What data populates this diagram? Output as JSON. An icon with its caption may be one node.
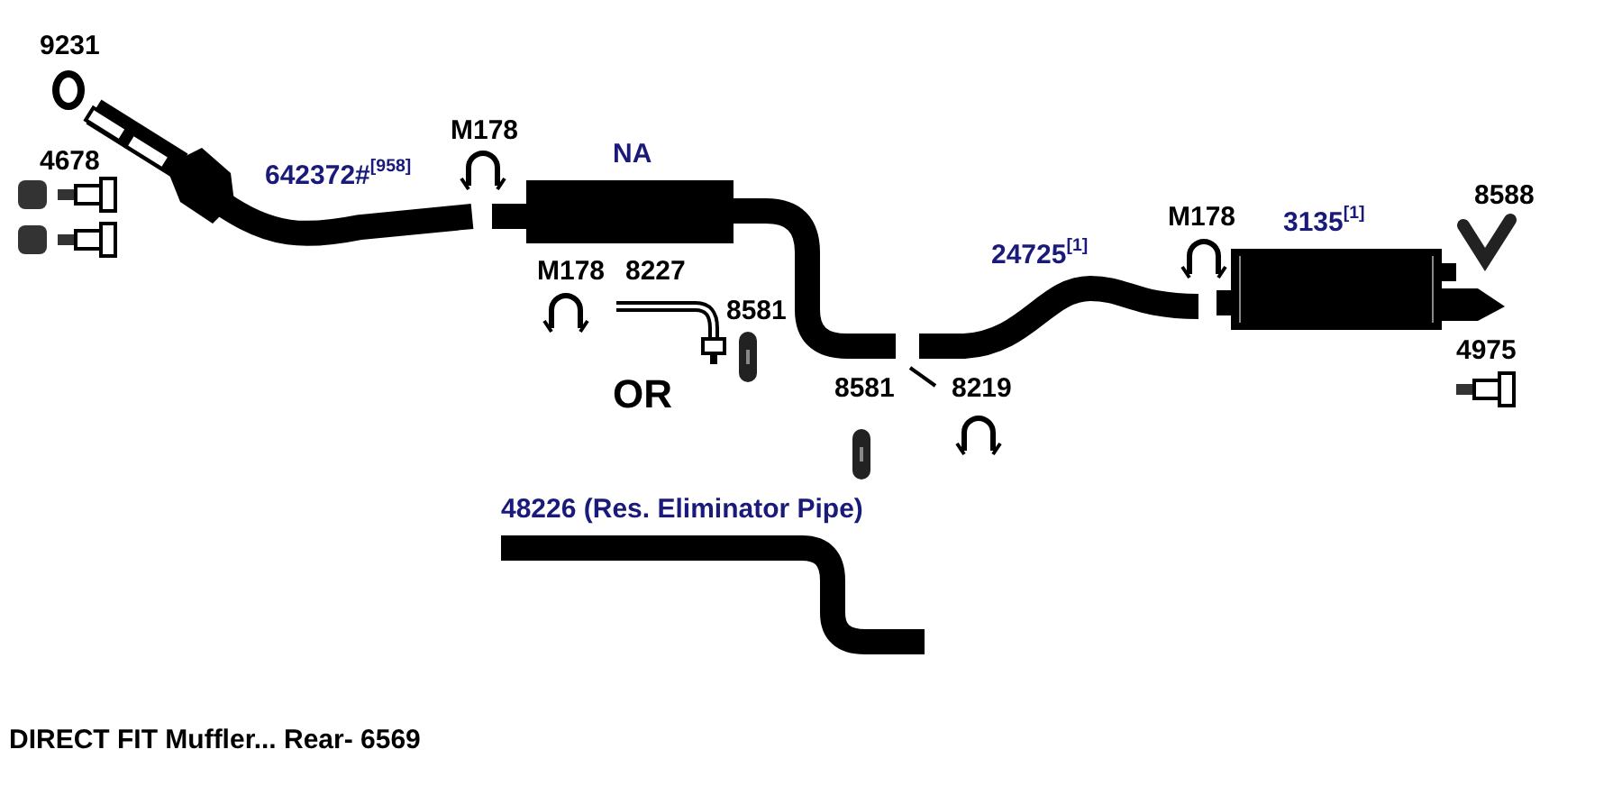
{
  "diagram": {
    "caption": "DIRECT FIT Muffler... Rear- 6569",
    "labels": [
      "9231",
      "4678",
      "M178",
      "NA",
      "642372#$^{[958]}$",
      "M178",
      "3135$^{[1]}$",
      "8588",
      "24725$^{[1]}$",
      "M178",
      "8227",
      "8581",
      "4975",
      "OR",
      "8581",
      "8219",
      "48226 (Res. Eliminator Pipe)"
    ]
  }
}
